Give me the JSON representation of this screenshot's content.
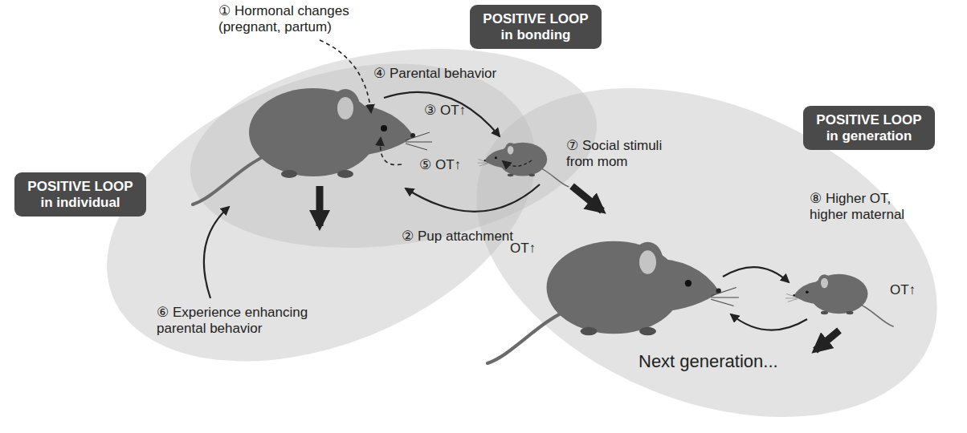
{
  "diagram": {
    "nodes": [
      {
        "text": [
          "POSITIVE LOOP in bonding"
        ]
      },
      {
        "text": [
          "POSITIVE LOOP in individual"
        ]
      },
      {
        "text": [
          "POSITIVE LOOP in generation"
        ]
      }
    ],
    "labels": [
      "① Hormonal changes (pregnant, partum)",
      "④ Parental behavior",
      "③ OT↑",
      "⑤ OT↑",
      "⑦ Social stimuli from mom",
      "⑧ Higher OT, higher maternal",
      "OT↑",
      "OT↑",
      "② Pup attachment",
      "⑥ Experience enhancing parental behavior",
      "Next generation..."
    ]
  }
}
